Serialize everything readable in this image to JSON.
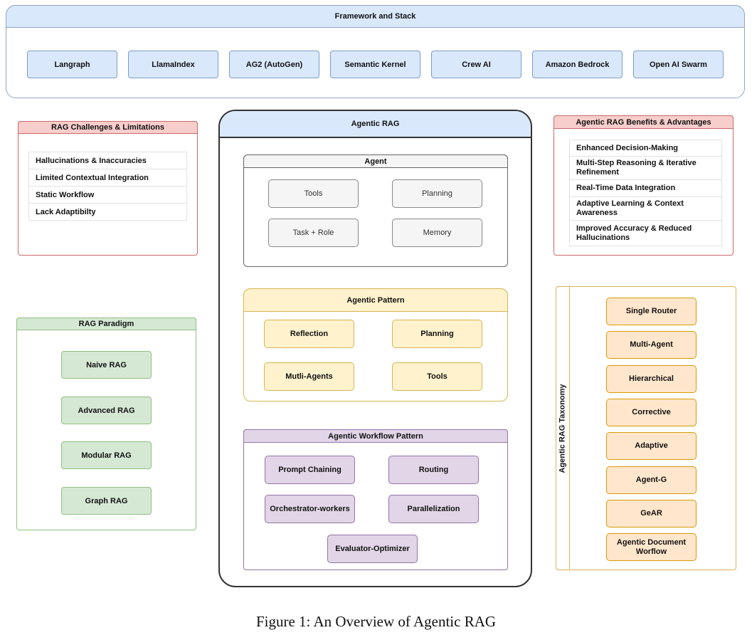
{
  "framework": {
    "title": "Framework and Stack",
    "items": [
      "Langraph",
      "LlamaIndex",
      "AG2 (AutoGen)",
      "Semantic Kernel",
      "Crew AI",
      "Amazon Bedrock",
      "Open AI Swarm"
    ]
  },
  "challenges": {
    "title": "RAG Challenges & Limitations",
    "items": [
      "Hallucinations & Inaccuracies",
      "Limited Contextual Integration",
      "Static Workflow",
      "Lack Adaptibilty"
    ]
  },
  "benefits": {
    "title": "Agentic RAG Benefits & Advantages",
    "items": [
      "Enhanced Decision-Making",
      "Multi-Step Reasoning & Iterative Refinement",
      "Real-Time Data Integration",
      "Adaptive Learning & Context Awareness",
      "Improved Accuracy & Reduced Hallucinations"
    ]
  },
  "paradigm": {
    "title": "RAG Paradigm",
    "items": [
      "Naive RAG",
      "Advanced RAG",
      "Modular RAG",
      "Graph RAG"
    ]
  },
  "agentic_rag": {
    "title": "Agentic RAG",
    "agent": {
      "title": "Agent",
      "items": [
        "Tools",
        "Planning",
        "Task + Role",
        "Memory"
      ]
    },
    "pattern": {
      "title": "Agentic Pattern",
      "items": [
        "Reflection",
        "Planning",
        "Mutli-Agents",
        "Tools"
      ]
    },
    "workflow": {
      "title": "Agentic Workflow Pattern",
      "items": [
        "Prompt Chaining",
        "Routing",
        "Orchestrator-workers",
        "Parallelization",
        "Evaluator-Optimizer"
      ]
    }
  },
  "taxonomy": {
    "title": "Agentic RAG Taxonomy",
    "items": [
      "Single Router",
      "Multi-Agent",
      "Hierarchical",
      "Corrective",
      "Adaptive",
      "Agent-G",
      "GeAR",
      "Agentic Document Worflow"
    ]
  },
  "caption": "Figure 1: An Overview of Agentic RAG"
}
